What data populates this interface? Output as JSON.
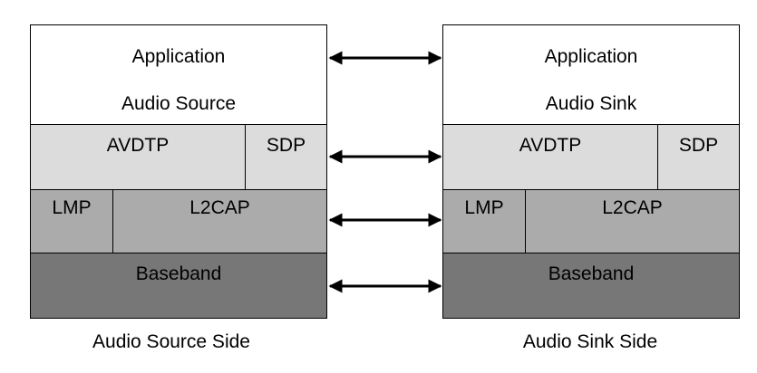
{
  "source_side": {
    "app_line1": "Application",
    "app_line2": "Audio Source",
    "avdtp": "AVDTP",
    "sdp": "SDP",
    "lmp": "LMP",
    "l2cap": "L2CAP",
    "baseband": "Baseband",
    "caption": "Audio Source Side"
  },
  "sink_side": {
    "app_line1": "Application",
    "app_line2": "Audio Sink",
    "avdtp": "AVDTP",
    "sdp": "SDP",
    "lmp": "LMP",
    "l2cap": "L2CAP",
    "baseband": "Baseband",
    "caption": "Audio Sink Side"
  },
  "colors": {
    "application": "#ffffff",
    "avdtp_sdp": "#dcdcdc",
    "lmp_l2cap": "#ababab",
    "baseband": "#777777"
  },
  "arrows": [
    "application-link",
    "avdtp-link",
    "l2cap-link",
    "baseband-link"
  ]
}
